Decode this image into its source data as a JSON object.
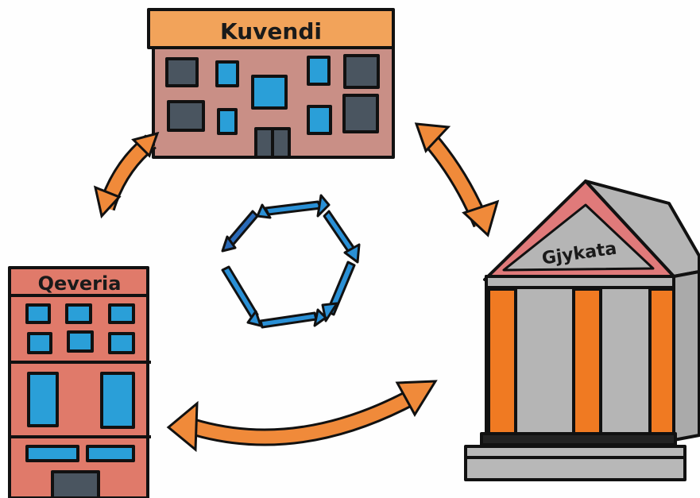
{
  "buildings": {
    "parliament": {
      "label": "Kuvendi",
      "roof_color": "#f2a35a",
      "wall_color": "#c98f86"
    },
    "government": {
      "label": "Qeveria",
      "wall_color": "#e07a6a"
    },
    "court": {
      "label": "Gjykata",
      "roof_color": "#e07a7a",
      "column_color": "#f07a22",
      "stone_color": "#b5b5b5"
    }
  },
  "colors": {
    "outline": "#111111",
    "window": "#2a9fd8",
    "dark_window": "#4a5560",
    "arrow": "#f08a3a",
    "cycle_arrow": "#2a90d6"
  },
  "icons": {
    "arrows": "double-headed-arrow",
    "center": "cycle-arrows-icon"
  }
}
